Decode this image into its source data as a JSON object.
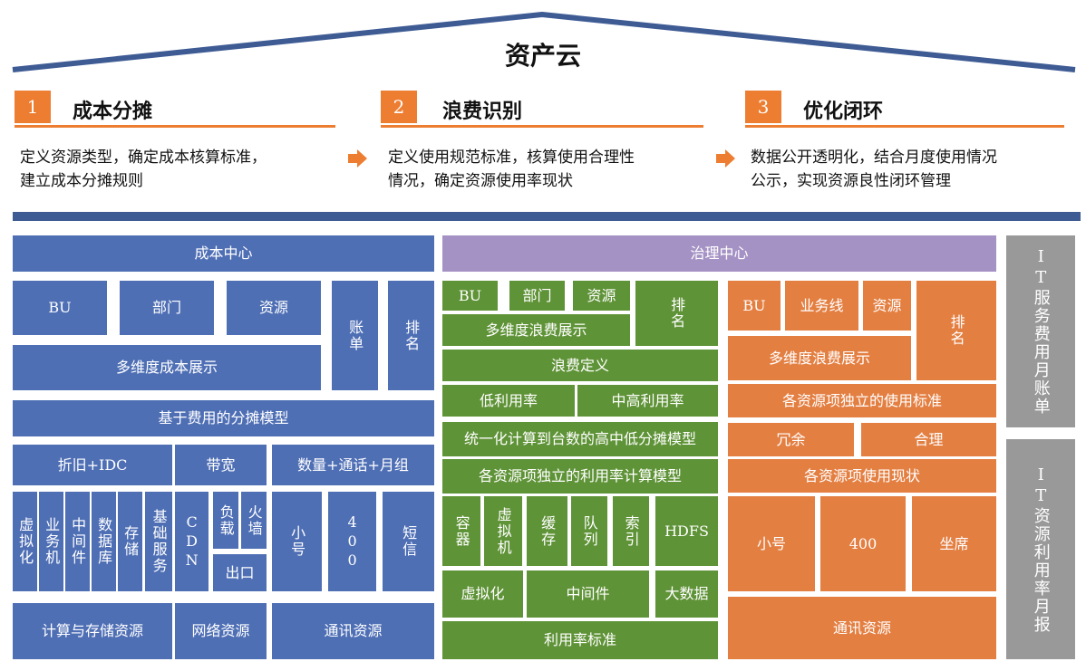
{
  "title": "资产云",
  "phases": [
    {
      "num": "1",
      "name": "成本分摊",
      "desc_lines": [
        "定义资源类型，确定成本核算标准，",
        "建立成本分摊规则"
      ]
    },
    {
      "num": "2",
      "name": "浪费识别",
      "desc_lines": [
        "定义使用规范标准，核算使用合理性",
        "情况，确定资源使用率现状"
      ]
    },
    {
      "num": "3",
      "name": "优化闭环",
      "desc_lines": [
        "数据公开透明化，结合月度使用情况",
        "公示，实现资源良性闭环管理"
      ]
    }
  ],
  "cost_center": {
    "header": "成本中心",
    "bu": "BU",
    "dept": "部门",
    "resource": "资源",
    "bill": "账单",
    "rank": "排名",
    "multi_display": "多维度成本展示",
    "model": "基于费用的分摊模型",
    "cat_depr": "折旧+IDC",
    "cat_bw": "带宽",
    "cat_comm": "数量+通话+月组",
    "compute_items": [
      "虚拟化",
      "业务机",
      "中间件",
      "数据库",
      "存储",
      "基础服务"
    ],
    "cdn": "CDN",
    "load": "负载",
    "firewall": "火墙",
    "egress": "出口",
    "comm_items": [
      "小号",
      "400",
      "短信"
    ],
    "foot_compute": "计算与存储资源",
    "foot_network": "网络资源",
    "foot_comm": "通讯资源"
  },
  "gov_center": {
    "header": "治理中心",
    "left": {
      "bu": "BU",
      "dept": "部门",
      "resource": "资源",
      "rank": "排名",
      "multi_display": "多维度浪费展示",
      "waste_def": "浪费定义",
      "low": "低利用率",
      "midhigh": "中高利用率",
      "unified_model": "统一化计算到台数的高中低分摊模型",
      "calc_model": "各资源项独立的利用率计算模型",
      "items": [
        "容器",
        "虚拟机",
        "缓存",
        "队列",
        "索引",
        "HDFS"
      ],
      "virt": "虚拟化",
      "middleware": "中间件",
      "bigdata": "大数据",
      "standard": "利用率标准"
    },
    "right": {
      "bu": "BU",
      "biz_line": "业务线",
      "resource": "资源",
      "rank": "排名",
      "multi_display": "多维度浪费展示",
      "indep_standard": "各资源项独立的使用标准",
      "redundant": "冗余",
      "reasonable": "合理",
      "status": "各资源项使用现状",
      "items": [
        "小号",
        "400",
        "坐席"
      ],
      "comm": "通讯资源"
    }
  },
  "side": {
    "it_bill": "IT服务费用月账单",
    "it_report": "IT资源利用率月报"
  },
  "colors": {
    "blue": "#4f6fb5",
    "green": "#5f9337",
    "orange": "#e47f42",
    "purple": "#a592c4",
    "gray": "#999999",
    "accent": "#ed7d31",
    "roof": "#3e5b94"
  }
}
